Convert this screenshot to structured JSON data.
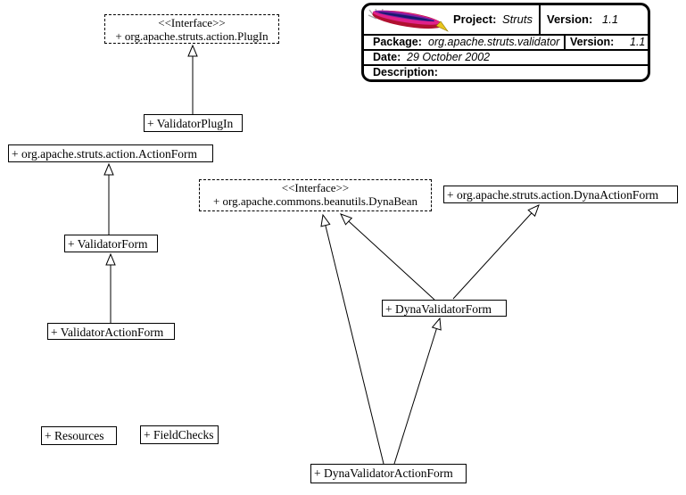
{
  "diagram": {
    "nodes": {
      "plugin_interface": {
        "stereotype": "<<Interface>>",
        "label": "+ org.apache.struts.action.PlugIn"
      },
      "validator_plugin": {
        "label": "+ ValidatorPlugIn"
      },
      "actionform": {
        "label": "+ org.apache.struts.action.ActionForm"
      },
      "validator_form": {
        "label": "+ ValidatorForm"
      },
      "validator_action_form": {
        "label": "+ ValidatorActionForm"
      },
      "dynabean_interface": {
        "stereotype": "<<Interface>>",
        "label": "+ org.apache.commons.beanutils.DynaBean"
      },
      "dyna_actionform": {
        "label": "+ org.apache.struts.action.DynaActionForm"
      },
      "dyna_validator_form": {
        "label": "+ DynaValidatorForm"
      },
      "dyna_validator_action_form": {
        "label": "+ DynaValidatorActionForm"
      },
      "resources": {
        "label": "+ Resources"
      },
      "field_checks": {
        "label": "+ FieldChecks"
      }
    },
    "edges": [
      {
        "from": "validator_plugin",
        "to": "plugin_interface",
        "type": "generalization"
      },
      {
        "from": "validator_form",
        "to": "actionform",
        "type": "generalization"
      },
      {
        "from": "validator_action_form",
        "to": "validator_form",
        "type": "generalization"
      },
      {
        "from": "dyna_validator_form",
        "to": "dynabean_interface",
        "type": "generalization"
      },
      {
        "from": "dyna_validator_form",
        "to": "dyna_actionform",
        "type": "generalization"
      },
      {
        "from": "dyna_validator_action_form",
        "to": "dynabean_interface",
        "type": "generalization"
      },
      {
        "from": "dyna_validator_action_form",
        "to": "dyna_validator_form",
        "type": "generalization"
      }
    ]
  },
  "title_block": {
    "logo_icon": "apache-feather-icon",
    "project": {
      "label": "Project:",
      "value": "Struts"
    },
    "version_top": {
      "label": "Version:",
      "value": "1.1"
    },
    "package": {
      "label": "Package:",
      "value": "org.apache.struts.validator"
    },
    "version_package": {
      "label": "Version:",
      "value": "1.1"
    },
    "date": {
      "label": "Date:",
      "value": "29 October 2002"
    },
    "description": {
      "label": "Description:"
    }
  },
  "colors": {
    "line": "#000000",
    "background": "#ffffff",
    "feather_magenta": "#e0218a",
    "feather_crimson": "#b01030",
    "feather_navy": "#151a70",
    "feather_yellow": "#e8c51d"
  }
}
